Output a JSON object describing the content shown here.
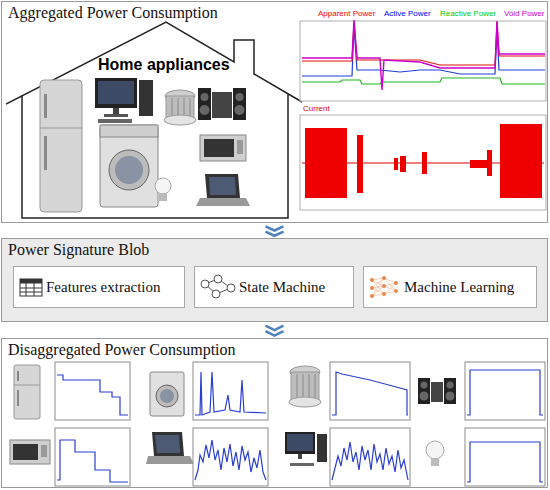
{
  "diagram": {
    "nodes": [
      {
        "text": [
          "Aggregated Power Consumption"
        ]
      },
      {
        "text": [
          "Home appliances"
        ],
        "in": 0
      },
      {
        "text": [
          "Power Signature Blob"
        ]
      },
      {
        "text": [
          "Features extraction"
        ],
        "in": 2
      },
      {
        "text": [
          "State Machine"
        ],
        "in": 2
      },
      {
        "text": [
          "Machine Learning"
        ],
        "in": 2
      },
      {
        "text": [
          "Disaggregated Power Consumption"
        ]
      }
    ],
    "edges": [
      {
        "from": 0,
        "to": 2,
        "arrow": "to"
      },
      {
        "from": 2,
        "to": 6,
        "arrow": "to"
      }
    ],
    "labels": [
      "Current"
    ],
    "legend": [
      {
        "text": "Apparent Power",
        "color": "#ff0000"
      },
      {
        "text": "Active Power",
        "color": "#0000ff"
      },
      {
        "text": "Reactive Power",
        "color": "#00cc00"
      },
      {
        "text": "Void Power",
        "color": "#cc00cc"
      }
    ]
  }
}
